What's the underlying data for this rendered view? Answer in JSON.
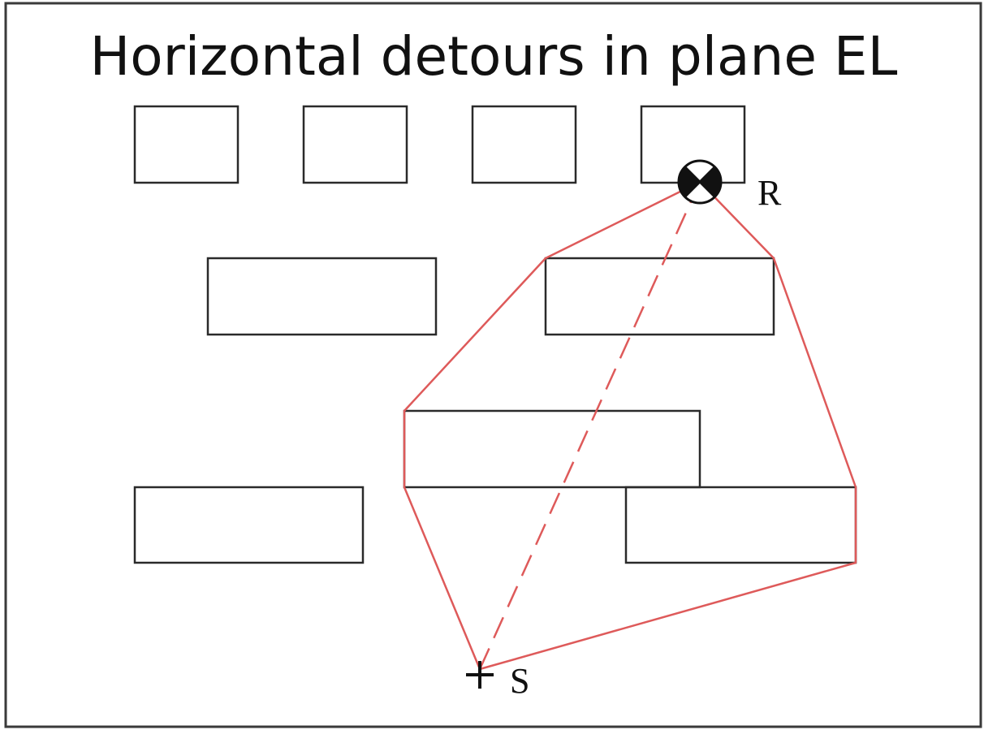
{
  "diagram": {
    "title": "Horizontal detours in plane EL",
    "receiver_label": "R",
    "source_label": "S",
    "colors": {
      "path": "#de5a5a",
      "outline": "#2a2a2a",
      "background": "#ffffff"
    },
    "icons": {
      "receiver": "receiver-crossed-circle-icon",
      "source": "source-plus-icon"
    },
    "elements": {
      "buildings": 9,
      "detour_paths": 2,
      "direct_path_style": "dashed",
      "detour_path_style": "solid"
    }
  }
}
